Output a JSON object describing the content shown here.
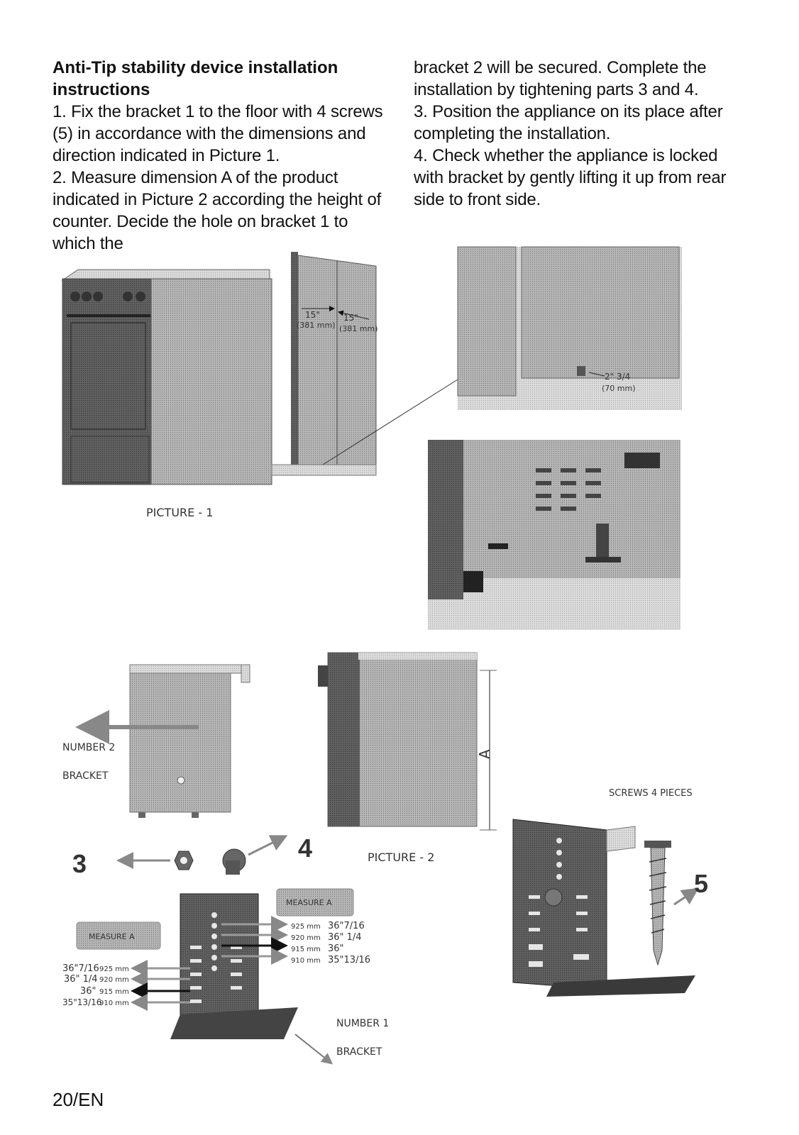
{
  "instructions": {
    "heading": "Anti-Tip stability device installation instructions",
    "left_paragraphs": [
      "1. Fix the bracket 1 to the floor with 4 screws (5) in accordance with the dimensions and direction indicated in Picture 1.",
      "2. Measure dimension A of the product indicated in Picture 2 according the height of counter. Decide the hole on bracket 1 to which the"
    ],
    "right_paragraphs": [
      "bracket 2 will be secured. Complete the installation by tightening parts 3 and 4.",
      "3. Position the appliance on its place after completing the installation.",
      "4. Check whether the appliance is locked with bracket by gently lifting it up from rear side to front side."
    ]
  },
  "figures": {
    "picture1_label": "PICTURE - 1",
    "dim_15_a": "15\"",
    "dim_381_a": "(381 mm)",
    "dim_15_b": "15\"",
    "dim_381_b": "(381 mm)",
    "dim_2_34": "2\" 3/4",
    "dim_70": "(70 mm)",
    "number2": "NUMBER 2",
    "bracket2": "BRACKET",
    "part3": "3",
    "part4": "4",
    "part5": "5",
    "dim_a": "A",
    "picture2_label": "PICTURE - 2",
    "screws": "SCREWS 4 PIECES",
    "measure_a_left": "MEASURE A",
    "measure_a_right": "MEASURE A",
    "number1": "NUMBER 1",
    "bracket1": "BRACKET",
    "heights_right": [
      {
        "mm": "925 mm",
        "in": "36\"7/16"
      },
      {
        "mm": "920 mm",
        "in": "36\" 1/4"
      },
      {
        "mm": "915 mm",
        "in": "36\""
      },
      {
        "mm": "910 mm",
        "in": "35\"13/16"
      }
    ],
    "heights_left": [
      {
        "in": "36\"7/16",
        "mm": "925 mm"
      },
      {
        "in": "36\" 1/4",
        "mm": "920 mm"
      },
      {
        "in": "36\"",
        "mm": "915 mm"
      },
      {
        "in": "35\"13/16",
        "mm": "910 mm"
      }
    ]
  },
  "footer": {
    "page_number": "20/EN"
  }
}
